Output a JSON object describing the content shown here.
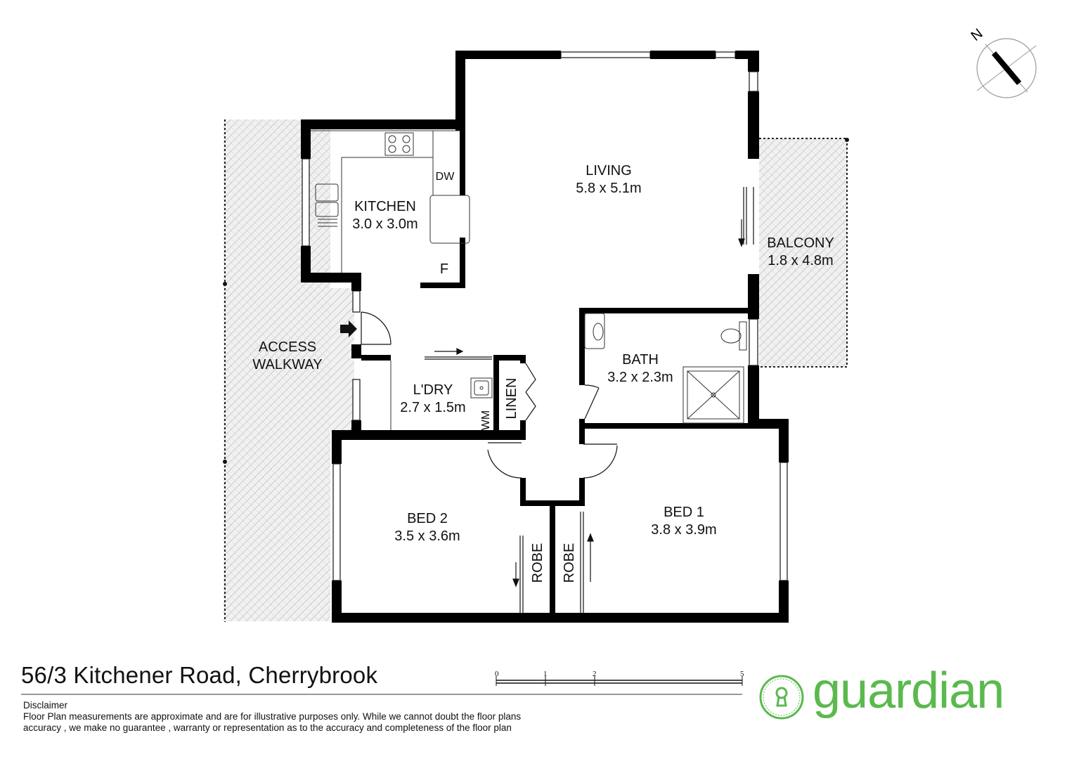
{
  "rooms": {
    "living": {
      "name": "LIVING",
      "size": "5.8 x 5.1m"
    },
    "kitchen": {
      "name": "KITCHEN",
      "size": "3.0 x 3.0m"
    },
    "balcony": {
      "name": "BALCONY",
      "size": "1.8 x 4.8m"
    },
    "access": {
      "name_line1": "ACCESS",
      "name_line2": "WALKWAY"
    },
    "bath": {
      "name": "BATH",
      "size": "3.2 x 2.3m"
    },
    "laundry": {
      "name": "L'DRY",
      "size": "2.7 x 1.5m"
    },
    "bed2": {
      "name": "BED 2",
      "size": "3.5 x 3.6m"
    },
    "bed1": {
      "name": "BED 1",
      "size": "3.8 x 3.9m"
    }
  },
  "fixtures": {
    "dishwasher": "DW",
    "fridge": "F",
    "washing_machine": "WM",
    "linen": "LINEN",
    "robe_bed2": "ROBE",
    "robe_bed1": "ROBE"
  },
  "compass": {
    "label": "N"
  },
  "scale": {
    "ticks": [
      "0",
      "1",
      "2",
      "5"
    ]
  },
  "address": "56/3 Kitchener Road, Cherrybrook",
  "disclaimer": {
    "heading": "Disclaimer",
    "line1": "Floor Plan measurements are approximate and are for illustrative purposes only. While we cannot doubt the floor plans",
    "line2": "accuracy , we make no guarantee , warranty or representation as to the accuracy and completeness of the floor plan"
  },
  "brand": {
    "name": "guardian",
    "color": "#5bb94e",
    "seal": "keyhole-seal"
  },
  "colors": {
    "wall": "#000000",
    "hatch": "#d9d9d9"
  }
}
